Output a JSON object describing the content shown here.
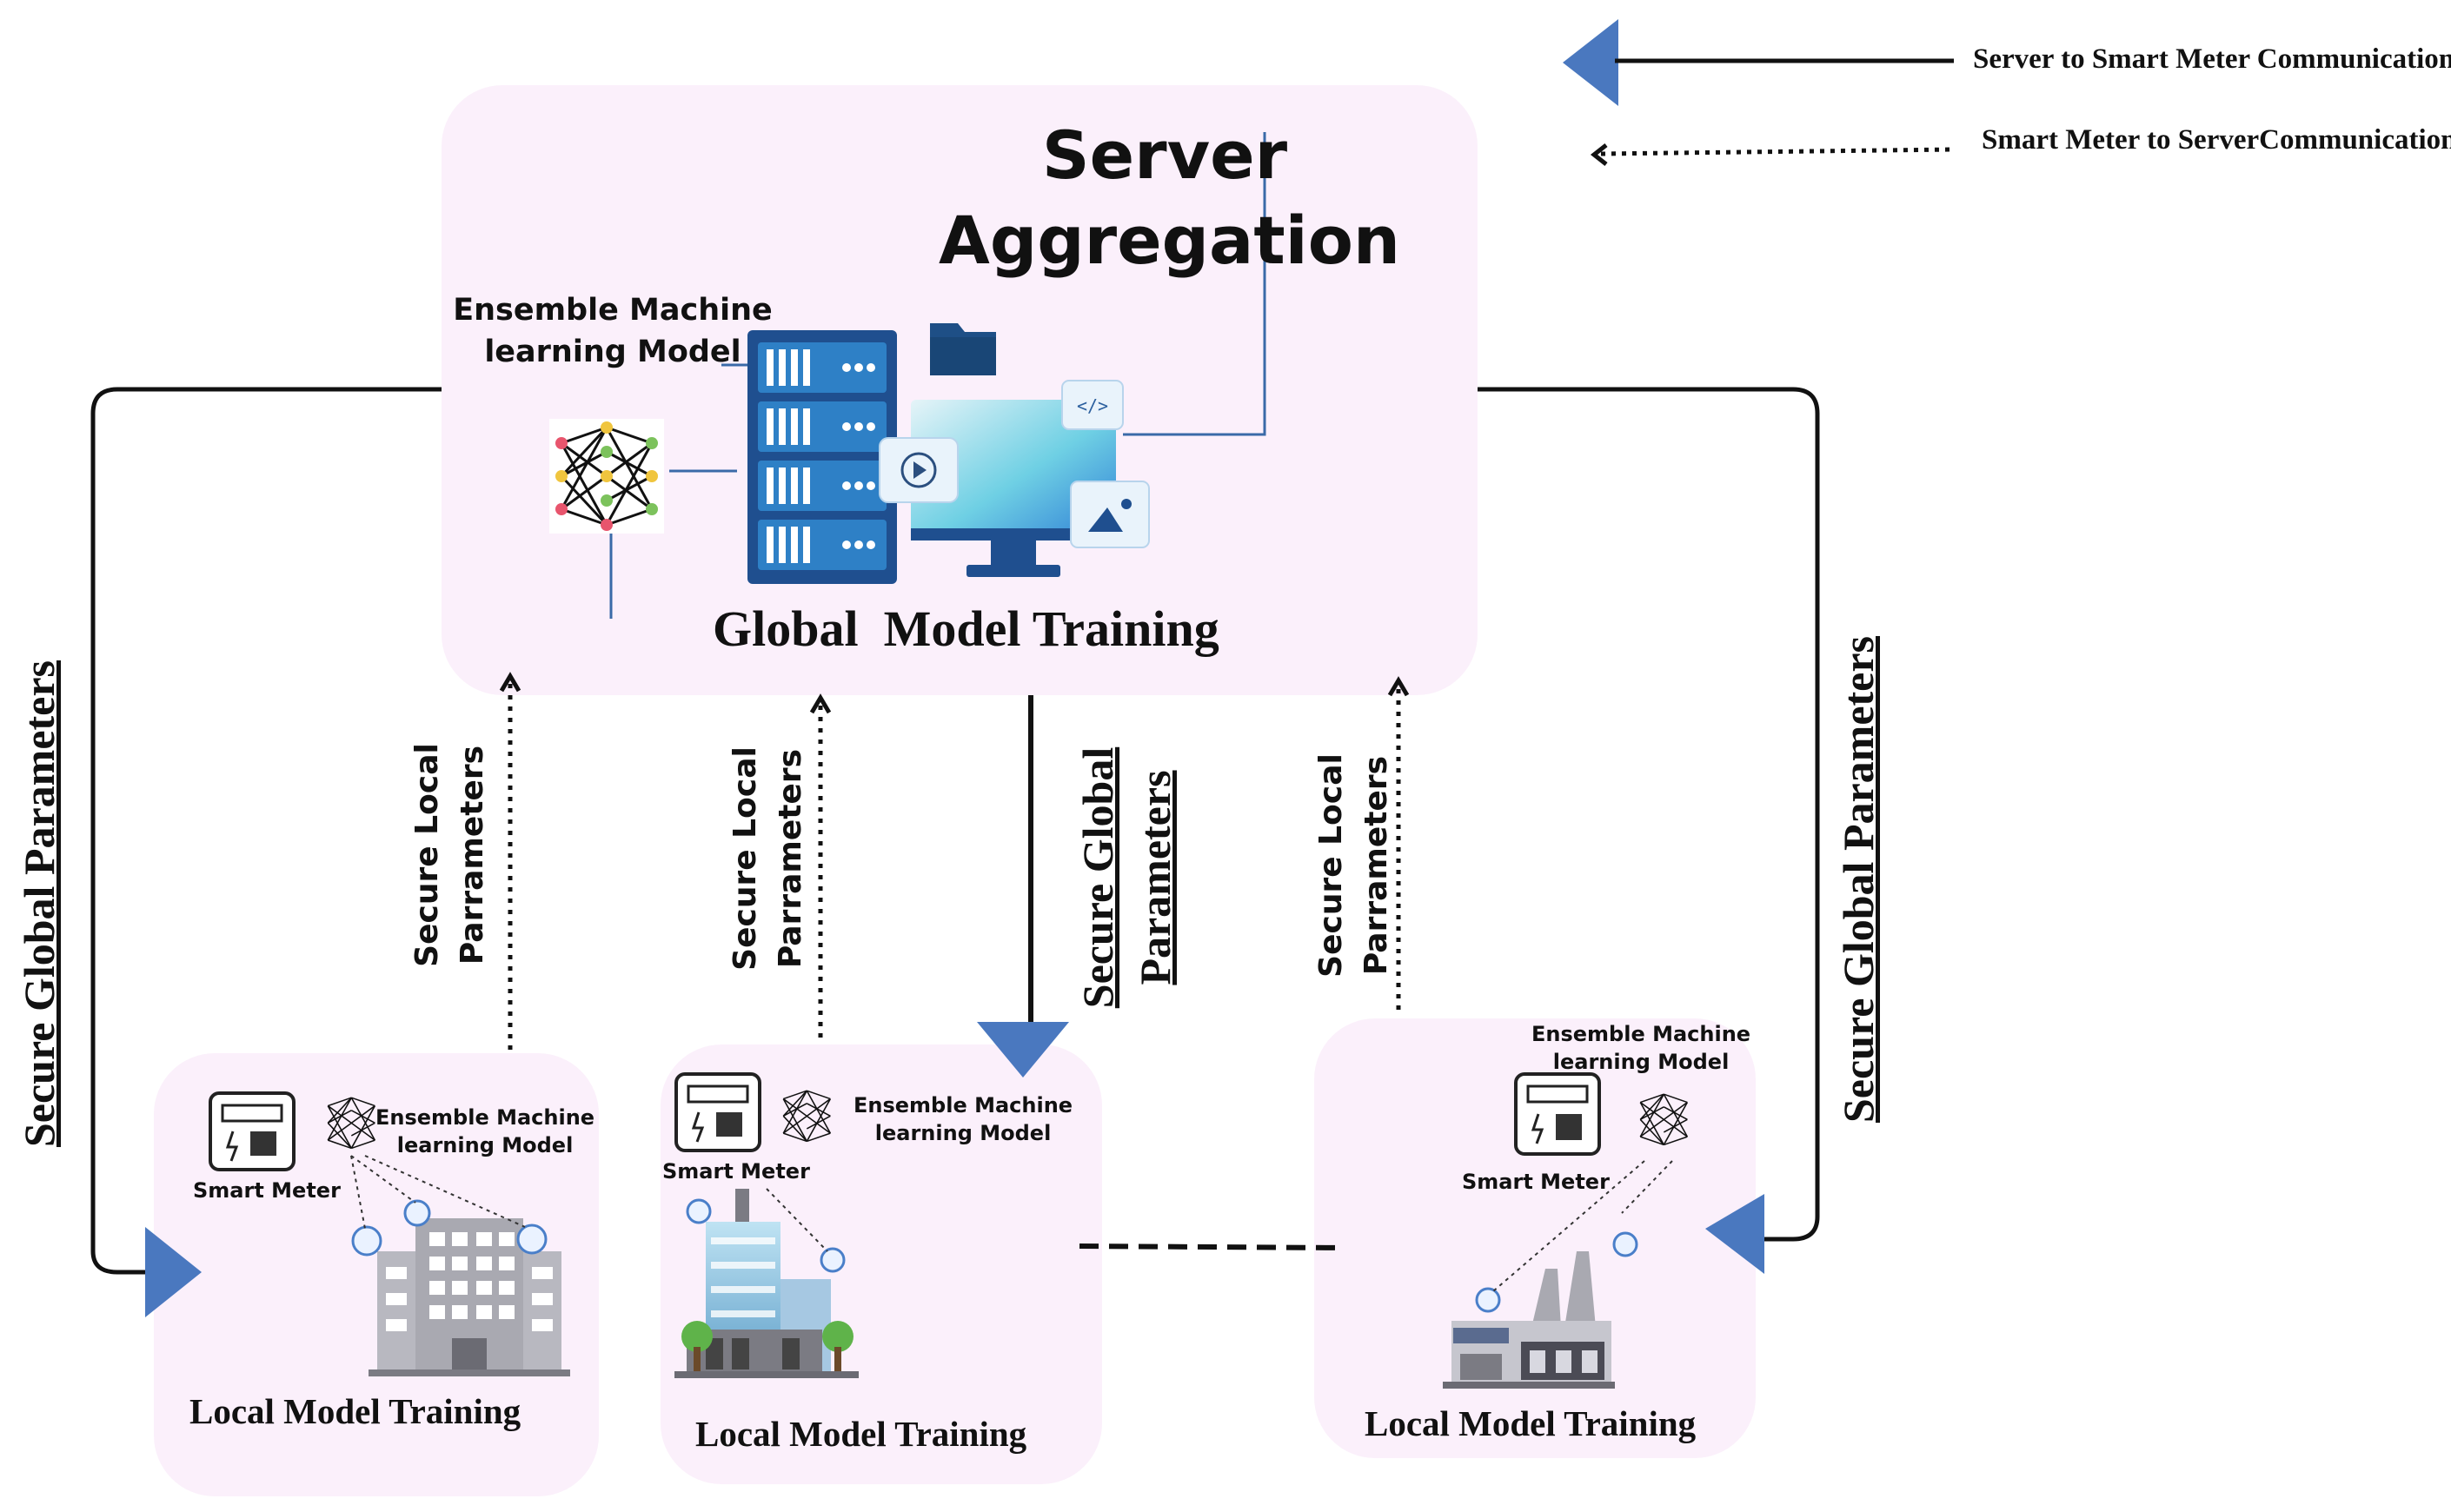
{
  "legend": {
    "solid_label": "Server to Smart Meter Communication",
    "dotted_label": "Smart Meter to ServerCommunication"
  },
  "server": {
    "title_line1": "Server",
    "title_line2": "Aggregation",
    "model_line1": "Ensemble Machine",
    "model_line2": "learning Model",
    "training_label": "Global  Model Training"
  },
  "edges": {
    "left_global": "Secure Global Parameters",
    "right_global": "Secure Global Parameters",
    "mid_global_line1": "Secure Global",
    "mid_global_line2": "Parameters",
    "local_1_line1": "Secure Local",
    "local_1_line2": "Parrameters",
    "local_2_line1": "Secure Local",
    "local_2_line2": "Parrameters",
    "local_3_line1": "Secure Local",
    "local_3_line2": "Parrameters"
  },
  "clients": [
    {
      "model_line1": "Ensemble Machine",
      "model_line2": "learning Model",
      "meter_label": "Smart Meter",
      "training_label": "Local Model Training"
    },
    {
      "model_line1": "Ensemble Machine",
      "model_line2": "learning Model",
      "meter_label": "Smart Meter",
      "training_label": "Local Model Training"
    },
    {
      "model_line1": "Ensemble Machine",
      "model_line2": "learning Model",
      "meter_label": "Smart Meter",
      "training_label": "Local Model Training"
    }
  ],
  "colors": {
    "panel": "#fbf0fb",
    "arrow_blue": "#4a78bf",
    "server_blue": "#2b73b8",
    "ink": "#111111"
  },
  "icons": [
    "server-rack-icon",
    "monitor-icon",
    "folder-icon",
    "code-icon",
    "play-icon",
    "image-icon",
    "neural-network-icon",
    "smart-meter-icon",
    "wifi-signal-icon",
    "office-building-icon",
    "glass-building-icon",
    "factory-icon",
    "tree-icon"
  ]
}
